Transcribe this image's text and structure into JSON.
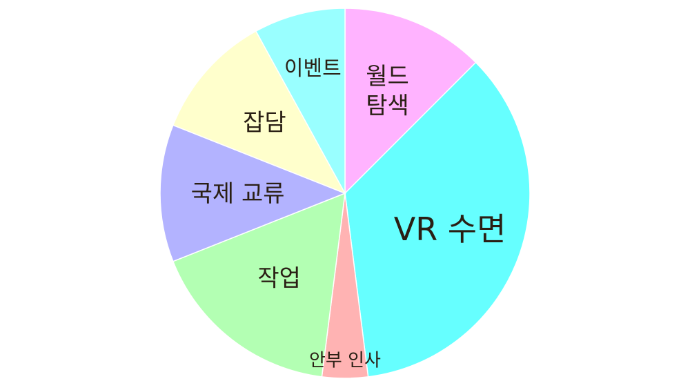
{
  "chart_data": {
    "type": "pie",
    "title": "",
    "slices": [
      {
        "label": "월드\n탐색",
        "value": 12.5,
        "color": "#ffb3ff"
      },
      {
        "label": "VR 수면",
        "value": 35.5,
        "color": "#66ffff"
      },
      {
        "label": "안부 인사",
        "value": 4.0,
        "color": "#ffb3b3"
      },
      {
        "label": "작업",
        "value": 17.0,
        "color": "#b3ffb3"
      },
      {
        "label": "국제 교류",
        "value": 12.0,
        "color": "#b3b3ff"
      },
      {
        "label": "잡담",
        "value": 11.0,
        "color": "#ffffcc"
      },
      {
        "label": "이벤트",
        "value": 8.0,
        "color": "#99ffff"
      }
    ],
    "start_angle_deg": 0,
    "direction": "clockwise",
    "legend": "none",
    "slice_border_color": "#ffffff"
  }
}
